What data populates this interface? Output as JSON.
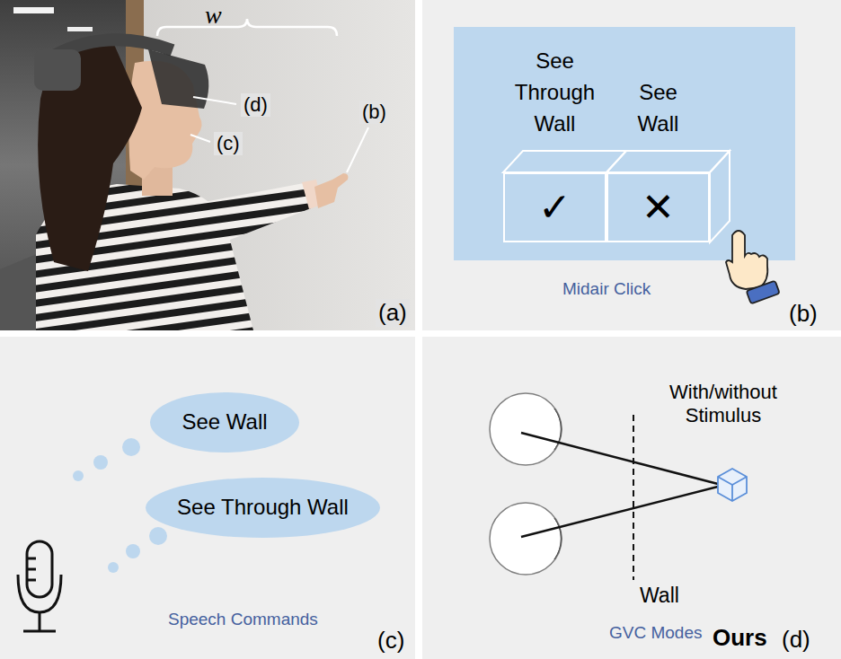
{
  "diagram": {
    "nodes": [
      {
        "text": [
          "See Through Wall",
          "✓"
        ]
      },
      {
        "text": [
          "See Wall",
          "✕"
        ]
      },
      {
        "text": [
          "See Wall"
        ]
      },
      {
        "text": [
          "See Through Wall"
        ]
      }
    ],
    "labels": [
      "w",
      "(d)",
      "(c)",
      "(b)",
      "(a)",
      "Midair Click",
      "(b)",
      "Speech Commands",
      "(c)",
      "Wall",
      "With/without Stimulus",
      "GVC Modes",
      "Ours",
      "(d)"
    ]
  }
}
